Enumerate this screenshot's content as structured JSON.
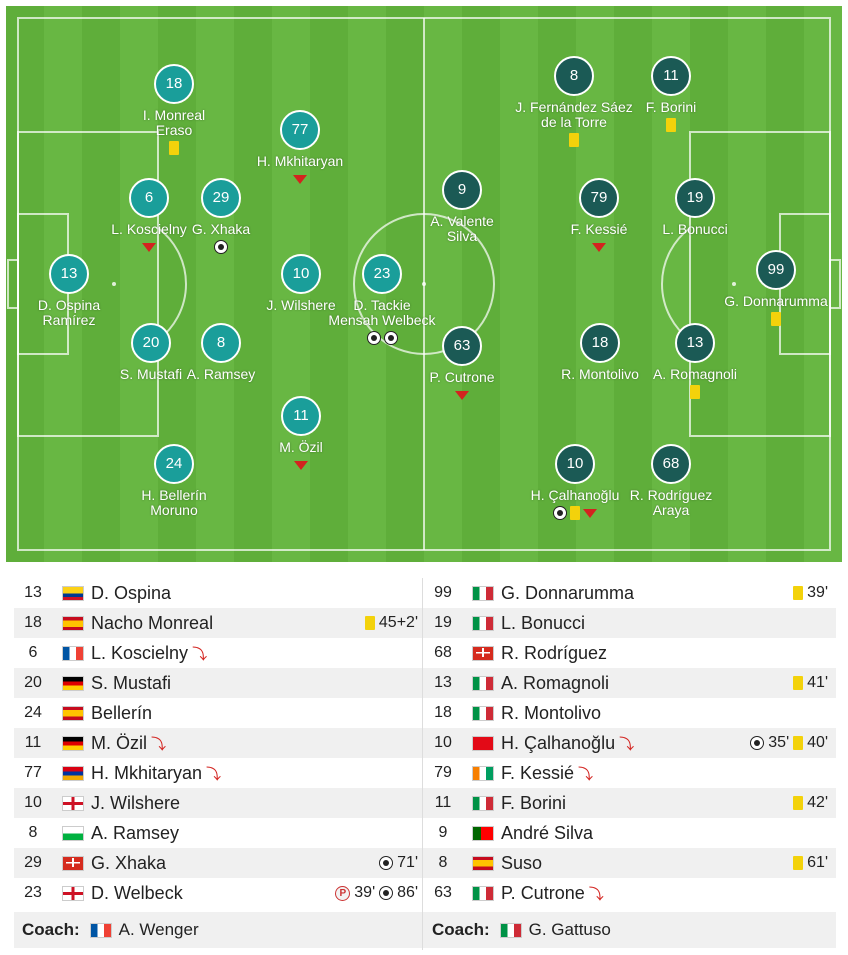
{
  "pitch": {
    "home": [
      {
        "number": "18",
        "name": "I. Monreal\nEraso",
        "marks": [
          "yellow-card"
        ]
      },
      {
        "number": "77",
        "name": "H. Mkhitaryan",
        "marks": [
          "sub-off"
        ]
      },
      {
        "number": "6",
        "name": "L. Koscielny",
        "marks": [
          "sub-off"
        ]
      },
      {
        "number": "29",
        "name": "G. Xhaka",
        "marks": [
          "goal"
        ]
      },
      {
        "number": "13",
        "name": "D. Ospina\nRamírez",
        "marks": []
      },
      {
        "number": "10",
        "name": "J. Wilshere",
        "marks": []
      },
      {
        "number": "23",
        "name": "D. Tackie\nMensah Welbeck",
        "marks": [
          "goal",
          "goal"
        ]
      },
      {
        "number": "20",
        "name": "S. Mustafi",
        "marks": []
      },
      {
        "number": "8",
        "name": "A. Ramsey",
        "marks": []
      },
      {
        "number": "11",
        "name": "M. Özil",
        "marks": [
          "sub-off"
        ]
      },
      {
        "number": "24",
        "name": "H. Bellerín\nMoruno",
        "marks": []
      }
    ],
    "away": [
      {
        "number": "8",
        "name": "J. Fernández Sáez\nde la Torre",
        "marks": [
          "yellow-card"
        ]
      },
      {
        "number": "11",
        "name": "F. Borini",
        "marks": [
          "yellow-card"
        ]
      },
      {
        "number": "9",
        "name": "A. Valente\nSilva",
        "marks": []
      },
      {
        "number": "79",
        "name": "F. Kessié",
        "marks": [
          "sub-off"
        ]
      },
      {
        "number": "19",
        "name": "L. Bonucci",
        "marks": []
      },
      {
        "number": "99",
        "name": "G. Donnarumma",
        "marks": [
          "yellow-card"
        ]
      },
      {
        "number": "63",
        "name": "P. Cutrone",
        "marks": [
          "sub-off"
        ]
      },
      {
        "number": "18",
        "name": "R. Montolivo",
        "marks": []
      },
      {
        "number": "13",
        "name": "A. Romagnoli",
        "marks": [
          "yellow-card"
        ]
      },
      {
        "number": "10",
        "name": "H. Çalhanoğlu",
        "marks": [
          "goal",
          "yellow-card",
          "sub-off"
        ]
      },
      {
        "number": "68",
        "name": "R. Rodríguez\nAraya",
        "marks": []
      }
    ]
  },
  "home_team": {
    "coach_label": "Coach:",
    "coach_name": "A. Wenger",
    "coach_flag": "France",
    "players": [
      {
        "number": "13",
        "flag": "Colombia",
        "name": "D. Ospina",
        "sub": false,
        "events": []
      },
      {
        "number": "18",
        "flag": "Spain",
        "name": "Nacho Monreal",
        "sub": false,
        "events": [
          {
            "type": "yellow-card",
            "time": "45+2'"
          }
        ]
      },
      {
        "number": "6",
        "flag": "France",
        "name": "L. Koscielny",
        "sub": true,
        "events": []
      },
      {
        "number": "20",
        "flag": "Germany",
        "name": "S. Mustafi",
        "sub": false,
        "events": []
      },
      {
        "number": "24",
        "flag": "Spain",
        "name": "Bellerín",
        "sub": false,
        "events": []
      },
      {
        "number": "11",
        "flag": "Germany",
        "name": "M. Özil",
        "sub": true,
        "events": []
      },
      {
        "number": "77",
        "flag": "Armenia",
        "name": "H. Mkhitaryan",
        "sub": true,
        "events": []
      },
      {
        "number": "10",
        "flag": "England",
        "name": "J. Wilshere",
        "sub": false,
        "events": []
      },
      {
        "number": "8",
        "flag": "Wales",
        "name": "A. Ramsey",
        "sub": false,
        "events": []
      },
      {
        "number": "29",
        "flag": "Switzerland",
        "name": "G. Xhaka",
        "sub": false,
        "events": [
          {
            "type": "goal",
            "time": "71'"
          }
        ]
      },
      {
        "number": "23",
        "flag": "England",
        "name": "D. Welbeck",
        "sub": false,
        "events": [
          {
            "type": "penalty",
            "time": "39'"
          },
          {
            "type": "goal",
            "time": "86'"
          }
        ]
      }
    ]
  },
  "away_team": {
    "coach_label": "Coach:",
    "coach_name": "G. Gattuso",
    "coach_flag": "Italy",
    "players": [
      {
        "number": "99",
        "flag": "Italy",
        "name": "G. Donnarumma",
        "sub": false,
        "events": [
          {
            "type": "yellow-card",
            "time": "39'"
          }
        ]
      },
      {
        "number": "19",
        "flag": "Italy",
        "name": "L. Bonucci",
        "sub": false,
        "events": []
      },
      {
        "number": "68",
        "flag": "Switzerland",
        "name": "R. Rodríguez",
        "sub": false,
        "events": []
      },
      {
        "number": "13",
        "flag": "Italy",
        "name": "A. Romagnoli",
        "sub": false,
        "events": [
          {
            "type": "yellow-card",
            "time": "41'"
          }
        ]
      },
      {
        "number": "18",
        "flag": "Italy",
        "name": "R. Montolivo",
        "sub": false,
        "events": []
      },
      {
        "number": "10",
        "flag": "Turkey",
        "name": "H. Çalhanoğlu",
        "sub": true,
        "events": [
          {
            "type": "goal",
            "time": "35'"
          },
          {
            "type": "yellow-card",
            "time": "40'"
          }
        ]
      },
      {
        "number": "79",
        "flag": "Ivory Coast",
        "name": "F. Kessié",
        "sub": true,
        "events": []
      },
      {
        "number": "11",
        "flag": "Italy",
        "name": "F. Borini",
        "sub": false,
        "events": [
          {
            "type": "yellow-card",
            "time": "42'"
          }
        ]
      },
      {
        "number": "9",
        "flag": "Portugal",
        "name": "André Silva",
        "sub": false,
        "events": []
      },
      {
        "number": "8",
        "flag": "Spain",
        "name": "Suso",
        "sub": false,
        "events": [
          {
            "type": "yellow-card",
            "time": "61'"
          }
        ]
      },
      {
        "number": "63",
        "flag": "Italy",
        "name": "P. Cutrone",
        "sub": true,
        "events": []
      }
    ]
  },
  "colors": {
    "home_circle": "#1a9e9a",
    "away_circle": "#1b5a55",
    "pitch": "#5fae3a",
    "yellow": "#f3d20b",
    "sub_red": "#d3231f"
  }
}
